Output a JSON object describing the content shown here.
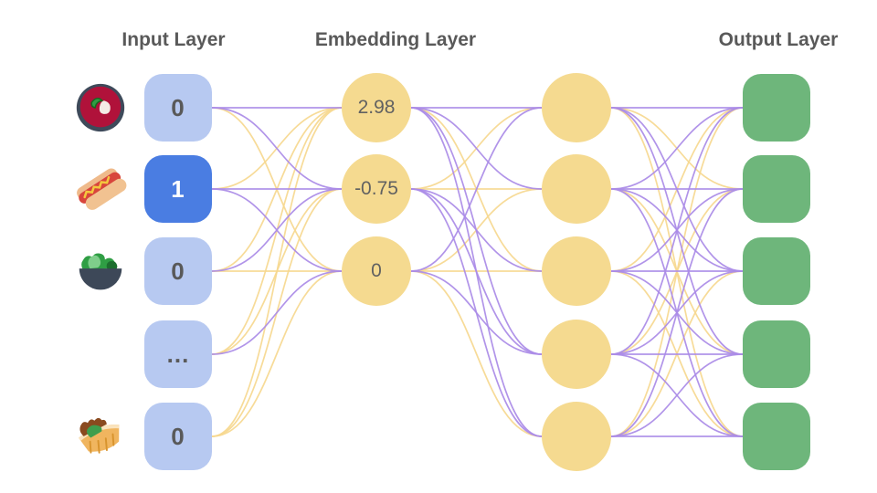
{
  "diagram": {
    "headings": {
      "input": {
        "label": "Input Layer"
      },
      "embedding": {
        "label": "Embedding Layer"
      },
      "output": {
        "label": "Output Layer"
      }
    },
    "input_layer": {
      "nodes": [
        {
          "label": "0",
          "icon": "soup-bowl-icon",
          "active": false
        },
        {
          "label": "1",
          "icon": "hot-dog-icon",
          "active": true
        },
        {
          "label": "0",
          "icon": "salad-icon",
          "active": false
        },
        {
          "label": "...",
          "icon": "none",
          "active": false
        },
        {
          "label": "0",
          "icon": "stuffed-flatbread-icon",
          "active": false
        }
      ]
    },
    "embedding_layer": {
      "nodes": [
        {
          "label": "2.98"
        },
        {
          "label": "-0.75"
        },
        {
          "label": "0"
        }
      ]
    },
    "hidden_layer": {
      "nodes": [
        {
          "label": ""
        },
        {
          "label": ""
        },
        {
          "label": ""
        },
        {
          "label": ""
        },
        {
          "label": ""
        }
      ]
    },
    "output_layer": {
      "nodes": [
        {
          "label": ""
        },
        {
          "label": ""
        },
        {
          "label": ""
        },
        {
          "label": ""
        },
        {
          "label": ""
        }
      ]
    },
    "edges": {
      "input_to_embedding": [
        [
          "P",
          "P",
          "Y"
        ],
        [
          "Y",
          "P",
          "P"
        ],
        [
          "Y",
          "P",
          "Y"
        ],
        [
          "Y",
          "Y",
          "P"
        ],
        [
          "Y",
          "Y",
          "Y"
        ]
      ],
      "embedding_to_hidden": [
        [
          "P",
          "P",
          "Y",
          "P",
          "P"
        ],
        [
          "Y",
          "Y",
          "P",
          "P",
          "P"
        ],
        [
          "P",
          "Y",
          "Y",
          "P",
          "Y"
        ]
      ],
      "hidden_to_output": [
        [
          "P",
          "Y",
          "P",
          "P",
          "Y"
        ],
        [
          "P",
          "P",
          "P",
          "Y",
          "P"
        ],
        [
          "Y",
          "P",
          "P",
          "P",
          "Y"
        ],
        [
          "P",
          "Y",
          "P",
          "P",
          "P"
        ],
        [
          "Y",
          "P",
          "Y",
          "P",
          "P"
        ]
      ]
    }
  },
  "colors": {
    "heading_text": "#595959",
    "input_inactive_fill": "#b7c9f1",
    "input_active_fill": "#4a7de2",
    "input_inactive_text": "#595959",
    "input_active_text": "#ffffff",
    "embedding_fill": "#f5da90",
    "embedding_text": "#616161",
    "output_fill": "#6eb67b",
    "edge_purple": "#aa8be7",
    "edge_yellow": "#f6d88f",
    "background": "#ffffff"
  }
}
